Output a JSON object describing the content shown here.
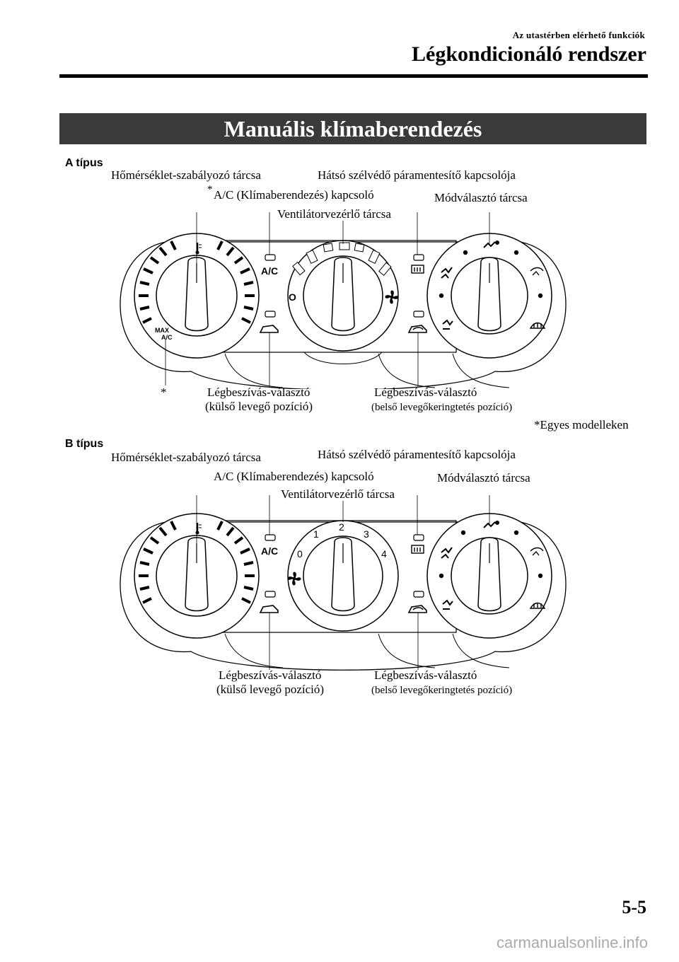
{
  "header": {
    "subtitle": "Az utastérben elérhető funkciók",
    "title": "Légkondicionáló rendszer"
  },
  "banner": {
    "title": "Manuális klímaberendezés"
  },
  "type_a": {
    "label": "A típus",
    "callouts": {
      "temp_dial": "Hőmérséklet-szabályozó tárcsa",
      "rear_defrost": "Hátsó szélvédő páramentesítő kapcsolója",
      "ac_switch_asterisk": "*",
      "ac_switch": "A/C (Klímaberendezés) kapcsoló",
      "mode_dial": "Módválasztó tárcsa",
      "fan_dial": "Ventilátorvezérlő tárcsa",
      "max_ac_asterisk": "*",
      "intake_fresh_1": "Légbeszívás-választó",
      "intake_fresh_2": "(külső levegő pozíció)",
      "intake_recirc_1": "Légbeszívás-választó",
      "intake_recirc_2": "(belső levegőkeringtetés pozíció)"
    },
    "panel": {
      "ac_text": "A/C",
      "fan_off_text": "O",
      "max_text": "MAX",
      "max_ac_text": "A/C"
    },
    "footnote": "*Egyes modelleken"
  },
  "type_b": {
    "label": "B típus",
    "callouts": {
      "temp_dial": "Hőmérséklet-szabályozó tárcsa",
      "rear_defrost": "Hátsó szélvédő páramentesítő kapcsolója",
      "ac_switch": "A/C (Klímaberendezés) kapcsoló",
      "mode_dial": "Módválasztó tárcsa",
      "fan_dial": "Ventilátorvezérlő tárcsa",
      "intake_fresh_1": "Légbeszívás-választó",
      "intake_fresh_2": "(külső levegő pozíció)",
      "intake_recirc_1": "Légbeszívás-választó",
      "intake_recirc_2": "(belső levegőkeringtetés pozíció)"
    },
    "panel": {
      "ac_text": "A/C",
      "fan_speeds": [
        "0",
        "1",
        "2",
        "3",
        "4"
      ]
    }
  },
  "icons": [
    "thermometer-icon",
    "fan-icon",
    "rear-defrost-icon",
    "front-defrost-icon",
    "vent-face-icon",
    "vent-bilevel-icon",
    "vent-feet-icon",
    "vent-feet-defrost-icon",
    "fresh-air-car-icon",
    "recirculate-car-icon"
  ],
  "footer": {
    "page_number": "5-5",
    "watermark": "carmanualsonline.info"
  }
}
